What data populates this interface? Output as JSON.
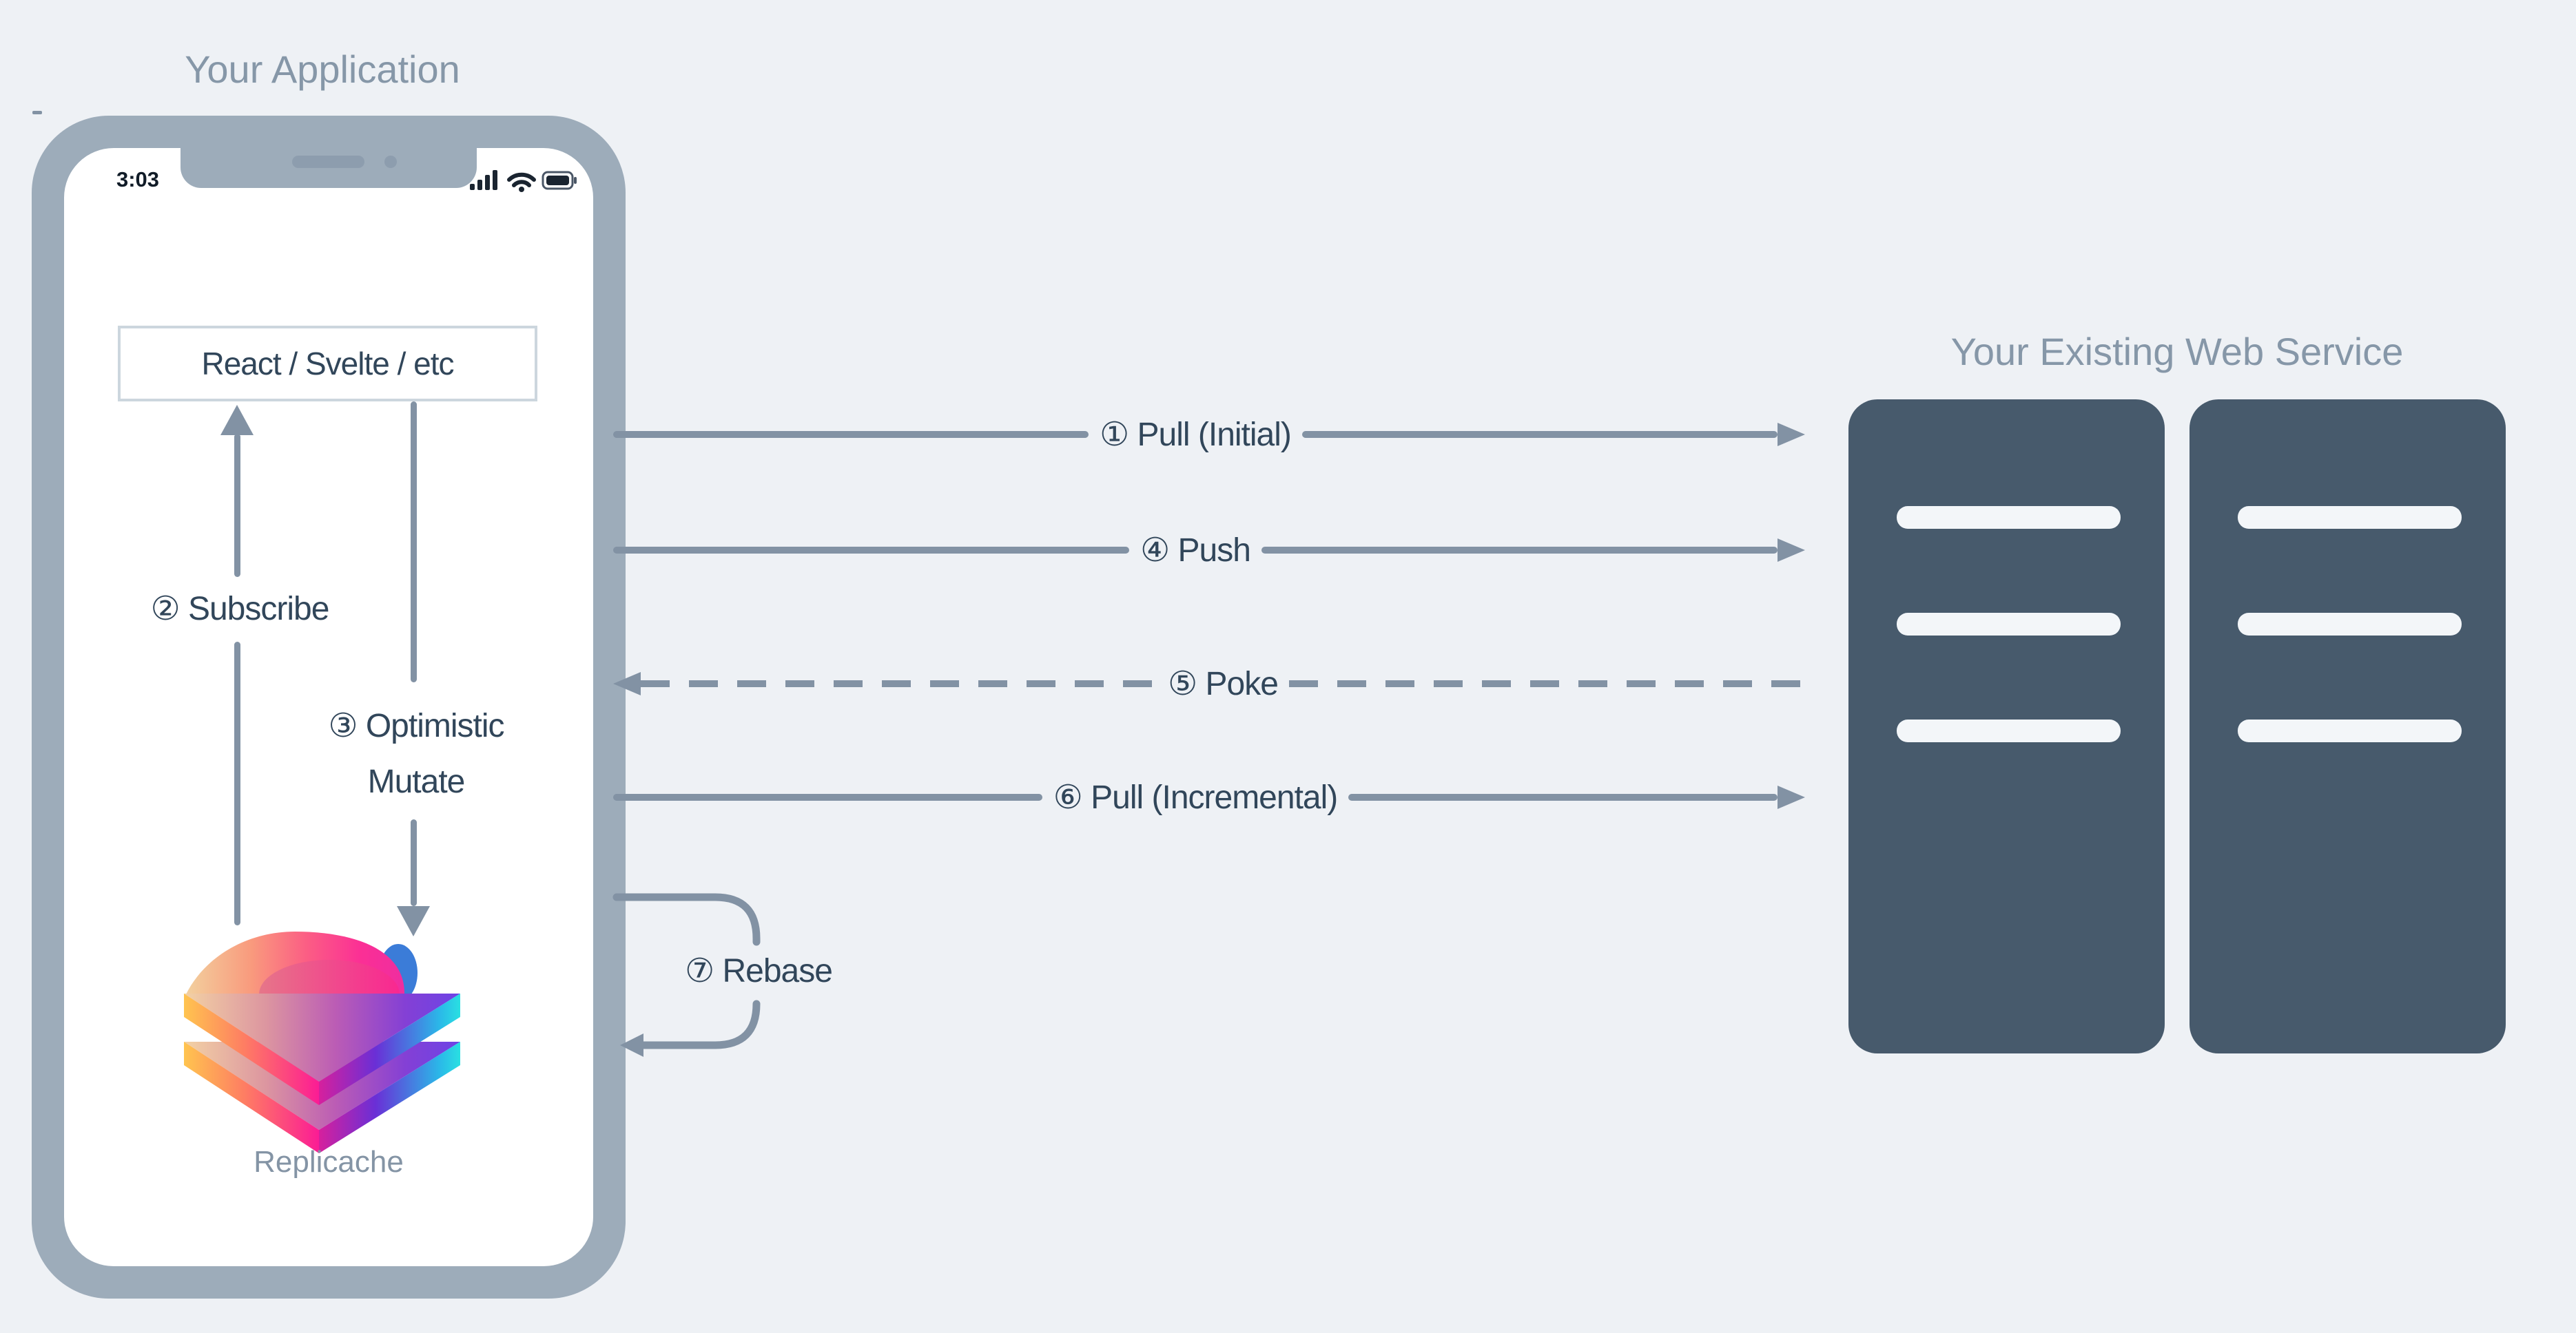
{
  "colors": {
    "background": "#eef1f5",
    "phone_bezel": "#9dacba",
    "notch_detail": "#8d9dae",
    "screen": "#ffffff",
    "dark_text": "#31465a",
    "muted_title": "#8697a8",
    "arrow": "#8292a4",
    "server": "#475a6c",
    "server_slot": "#f3f6f9",
    "box_border": "#ccd6de",
    "status_icon": "#1a2430",
    "logo_caption": "#8494a5",
    "logo_gradient": [
      "#f2d09e",
      "#fb5e84",
      "#fb2f95",
      "#8440d5",
      "#29e0e2",
      "#ffc44f"
    ]
  },
  "left_panel": {
    "title": "Your Application",
    "phone": {
      "status_time": "3:03",
      "status_icons": [
        "signal-bars",
        "wifi",
        "battery"
      ]
    },
    "framework_box": {
      "label": "React / Svelte / etc"
    },
    "logo": {
      "caption": "Replicache"
    }
  },
  "right_panel": {
    "title": "Your Existing Web Service",
    "servers": {
      "count": 2,
      "slots_per_server": 3
    }
  },
  "internal_flows": {
    "subscribe": {
      "label": "② Subscribe",
      "direction": "up"
    },
    "optimistic_mutate": {
      "label_line1": "③ Optimistic",
      "label_line2": "Mutate",
      "direction": "down"
    },
    "rebase": {
      "label": "⑦ Rebase",
      "direction": "loop-left"
    }
  },
  "network_flows": [
    {
      "label": "① Pull (Initial)",
      "style": "solid",
      "direction": "right"
    },
    {
      "label": "④ Push",
      "style": "solid",
      "direction": "right"
    },
    {
      "label": "⑤ Poke",
      "style": "dashed",
      "direction": "left"
    },
    {
      "label": "⑥ Pull (Incremental)",
      "style": "solid",
      "direction": "right"
    }
  ]
}
